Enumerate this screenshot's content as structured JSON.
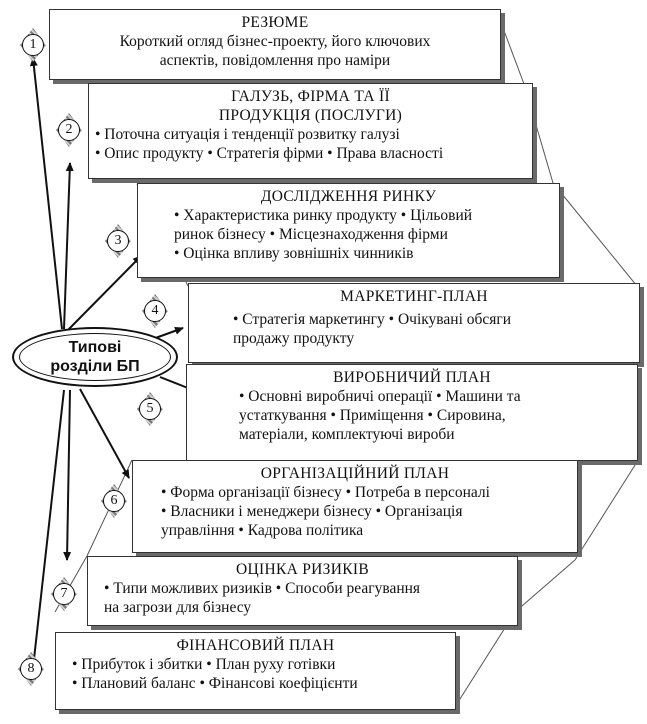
{
  "center_label": "Типові\nрозділи БП",
  "sections": [
    {
      "number": "1",
      "title": "РЕЗЮМЕ",
      "lines": [
        "Короткий огляд бізнес-проекту, його ключових",
        "аспектів, повідомлення про наміри"
      ]
    },
    {
      "number": "2",
      "title": "ГАЛУЗЬ, ФІРМА ТА ЇЇ\nПРОДУКЦІЯ (ПОСЛУГИ)",
      "lines": [
        "• Поточна ситуація і тенденції розвитку галузі",
        "• Опис продукту • Стратегія фірми • Права власності"
      ]
    },
    {
      "number": "3",
      "title": "ДОСЛІДЖЕННЯ РИНКУ",
      "lines": [
        "• Характеристика ринку продукту • Цільовий",
        "ринок бізнесу • Місцезнаходження фірми",
        "• Оцінка впливу зовнішніх чинників"
      ]
    },
    {
      "number": "4",
      "title": "МАРКЕТИНГ-ПЛАН",
      "lines": [
        "• Стратегія маркетингу • Очікувані обсяги",
        "продажу продукту"
      ]
    },
    {
      "number": "5",
      "title": "ВИРОБНИЧИЙ ПЛАН",
      "lines": [
        "• Основні виробничі операції • Машини та",
        "устаткування • Приміщення • Сировина,",
        "матеріали, комплектуючі вироби"
      ]
    },
    {
      "number": "6",
      "title": "ОРГАНІЗАЦІЙНИЙ ПЛАН",
      "lines": [
        "• Форма організації бізнесу • Потреба в персоналі",
        "• Власники і менеджери бізнесу • Організація",
        "управління • Кадрова політика"
      ]
    },
    {
      "number": "7",
      "title": "ОЦІНКА РИЗИКІВ",
      "lines": [
        "• Типи можливих ризиків • Способи реагування",
        "на загрози для бізнесу"
      ]
    },
    {
      "number": "8",
      "title": "ФІНАНСОВИЙ ПЛАН",
      "lines": [
        "• Прибуток і збитки • План руху готівки",
        "• Плановий баланс • Фінансові коефіцієнти"
      ]
    }
  ]
}
